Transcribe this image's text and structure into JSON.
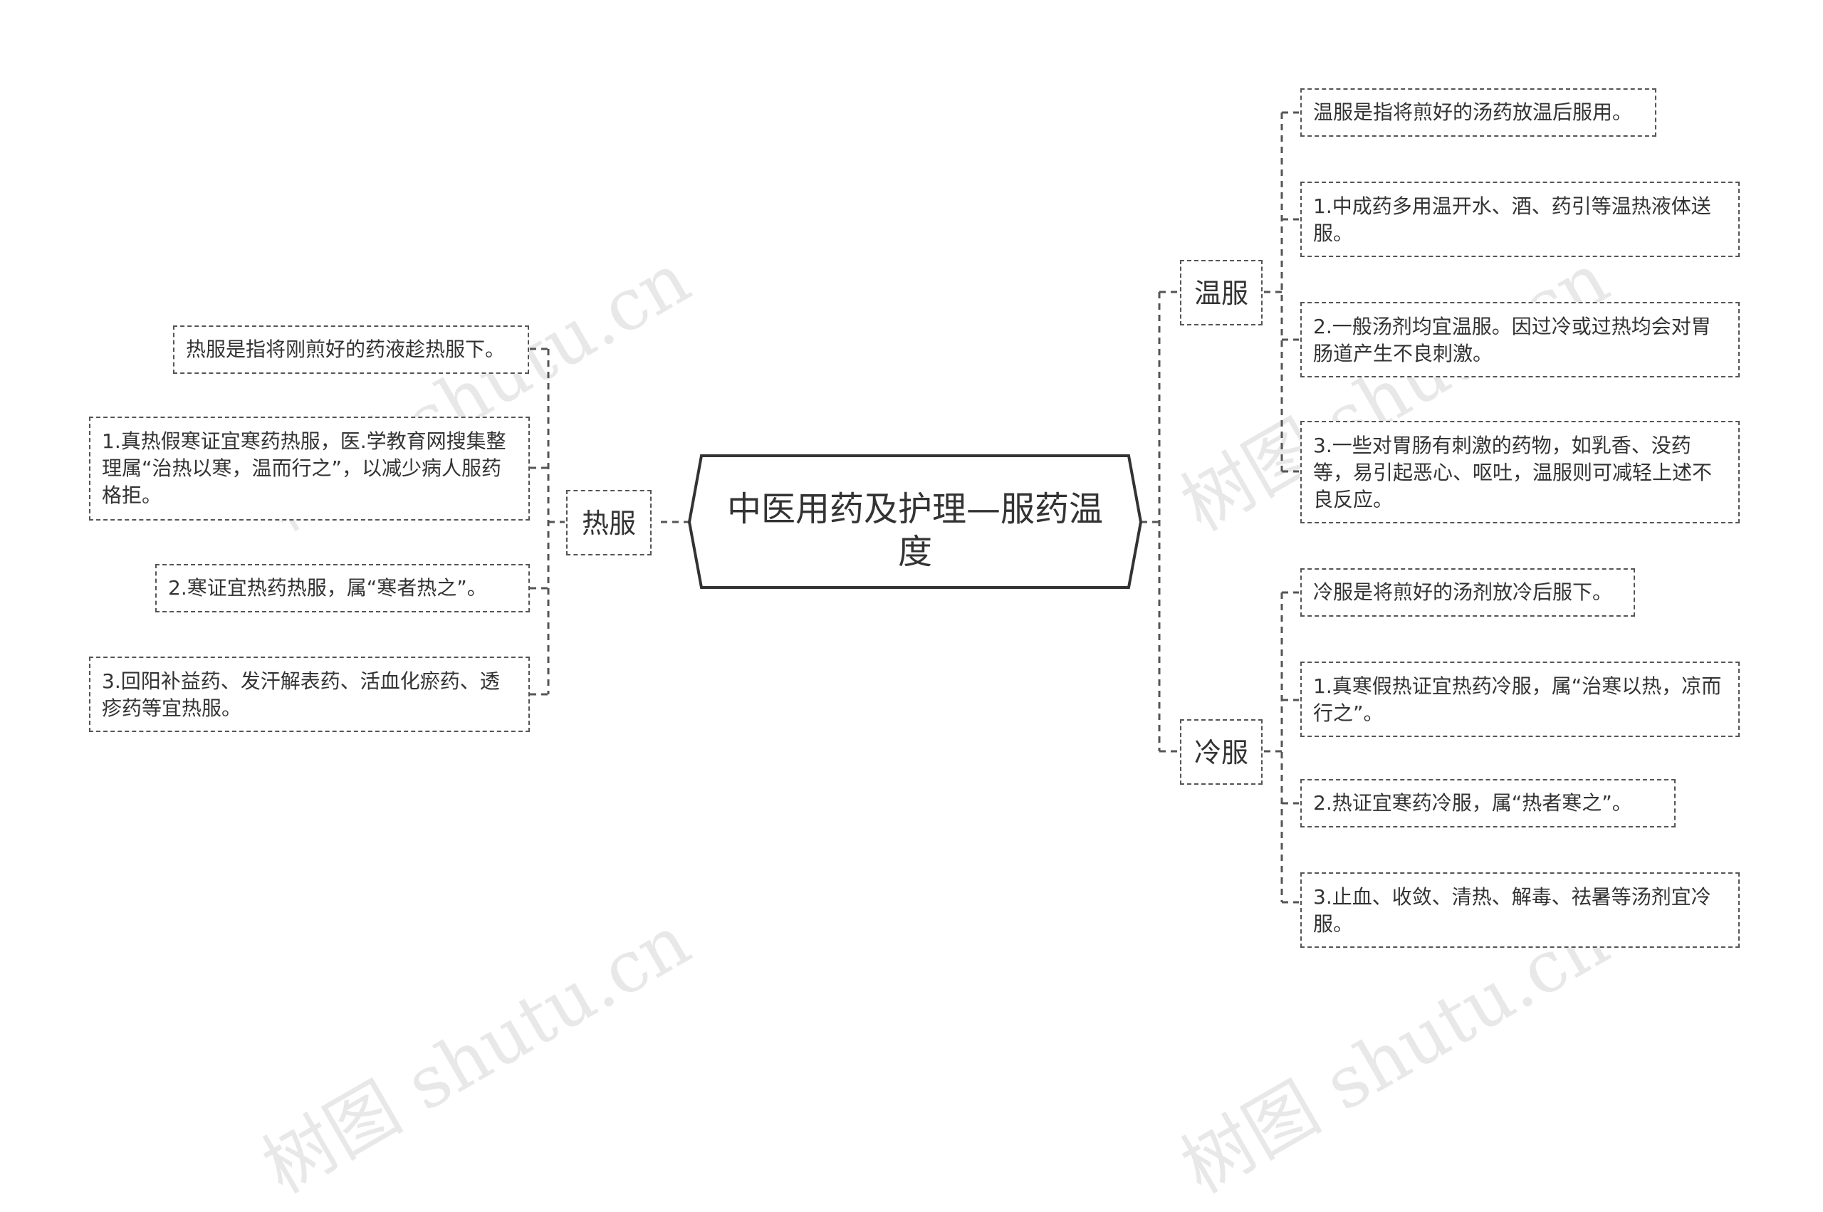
{
  "root": {
    "label": "中医用药及护理—服药温度"
  },
  "left": {
    "branch": "热服",
    "items": [
      "热服是指将刚煎好的药液趁热服下。",
      "1.真热假寒证宜寒药热服，医.学教育网搜集整理属“治热以寒，温而行之”，以减少病人服药格拒。",
      "2.寒证宜热药热服，属“寒者热之”。",
      "3.回阳补益药、发汗解表药、活血化瘀药、透疹药等宜热服。"
    ]
  },
  "right_top": {
    "branch": "温服",
    "items": [
      "温服是指将煎好的汤药放温后服用。",
      "1.中成药多用温开水、酒、药引等温热液体送服。",
      "2.一般汤剂均宜温服。因过冷或过热均会对胃肠道产生不良刺激。",
      "3.一些对胃肠有刺激的药物，如乳香、没药等，易引起恶心、呕吐，温服则可减轻上述不良反应。"
    ]
  },
  "right_bottom": {
    "branch": "冷服",
    "items": [
      "冷服是将煎好的汤剂放冷后服下。",
      "1.真寒假热证宜热药冷服，属“治寒以热，凉而行之”。",
      "2.热证宜寒药冷服，属“热者寒之”。",
      "3.止血、收敛、清热、解毒、祛暑等汤剂宜冷服。"
    ]
  },
  "watermark": "树图 shutu.cn",
  "colors": {
    "line": "#555555",
    "text": "#333333",
    "background": "#ffffff"
  }
}
